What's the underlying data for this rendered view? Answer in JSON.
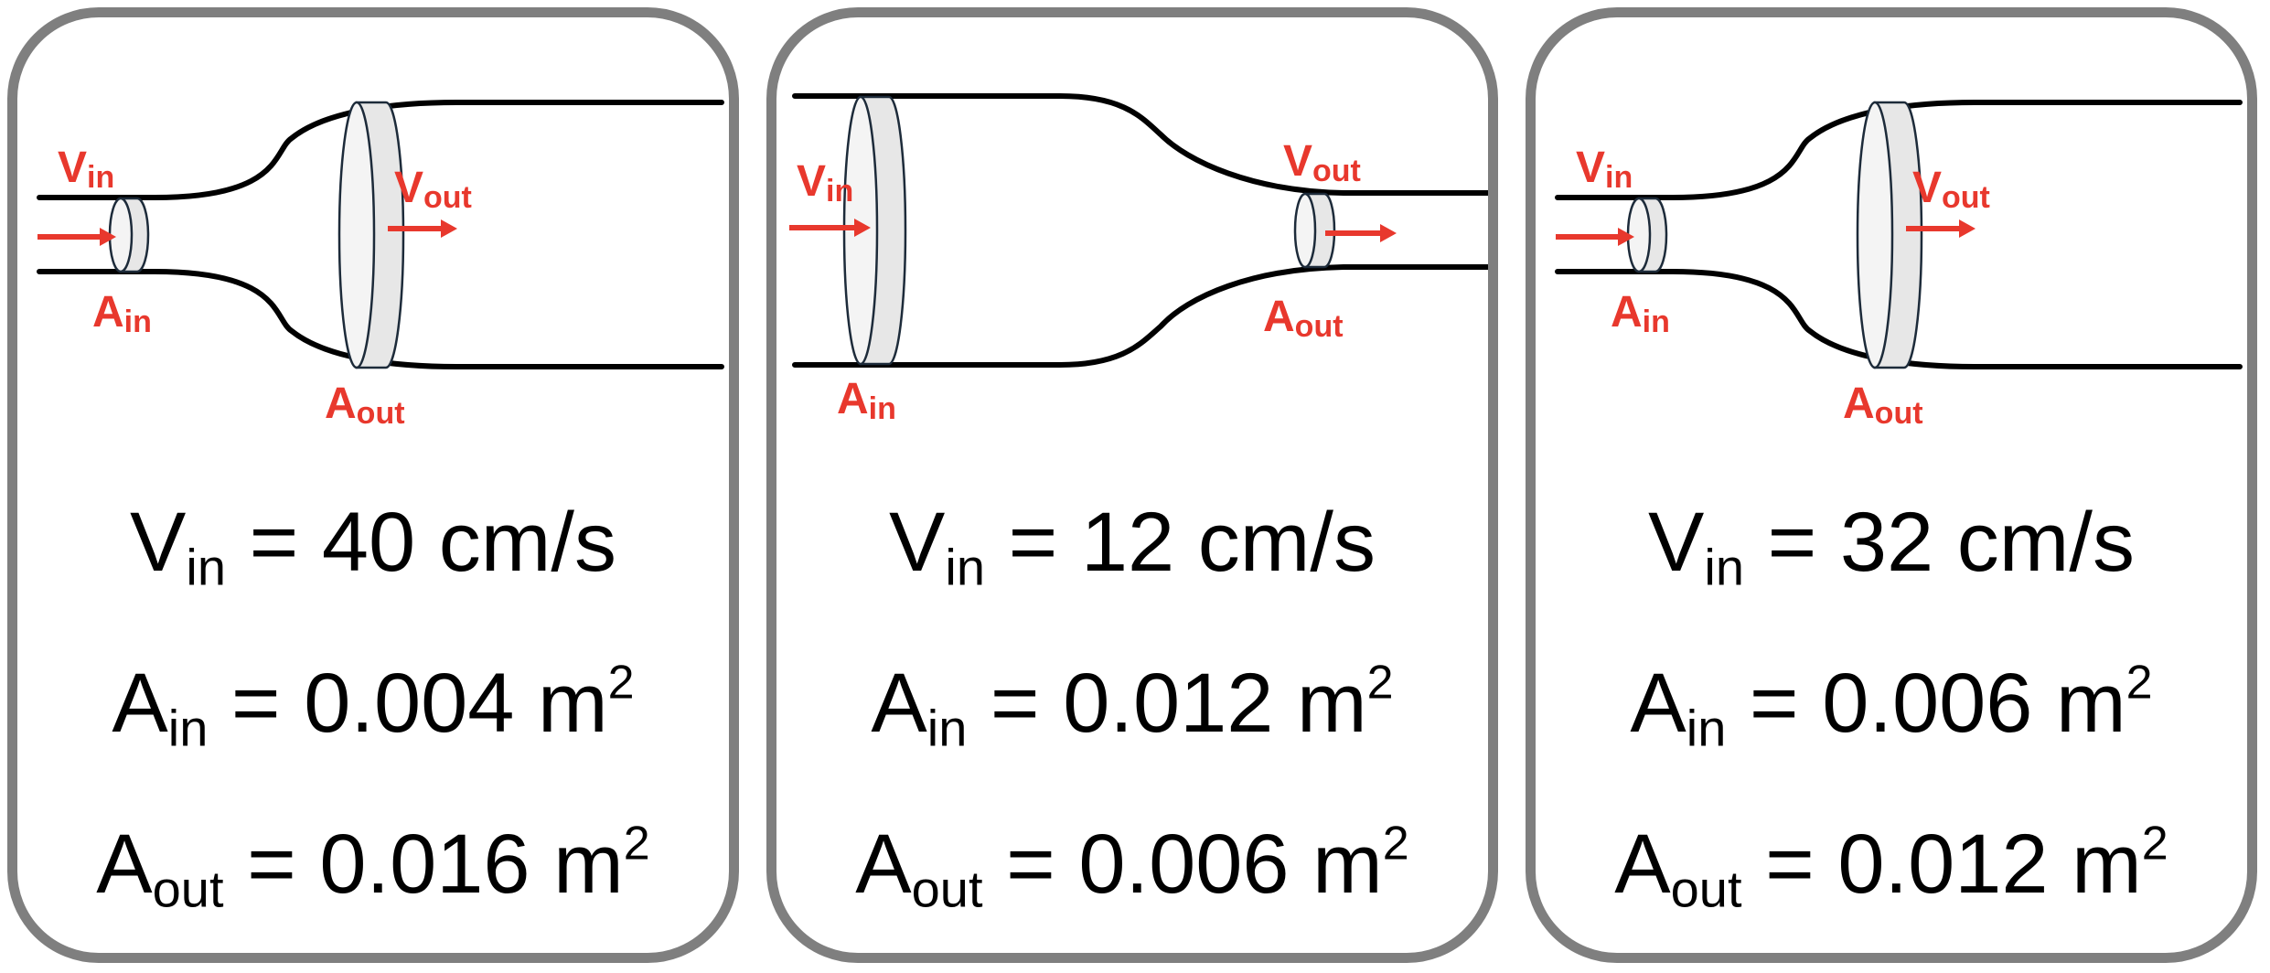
{
  "panels": [
    {
      "v_label": "V",
      "v_sub": "in",
      "v_out_label": "V",
      "v_out_sub": "out",
      "a_in_label": "A",
      "a_in_sub": "in",
      "a_out_label": "A",
      "a_out_sub": "out",
      "eq_v": {
        "sym": "V",
        "sub": "in",
        "rest": " = 40 cm/s"
      },
      "eq_ain": {
        "sym": "A",
        "sub": "in",
        "rest": " = 0.004 m",
        "sup": "2"
      },
      "eq_aout": {
        "sym": "A",
        "sub": "out",
        "rest": " = 0.016 m",
        "sup": "2"
      }
    },
    {
      "v_label": "V",
      "v_sub": "in",
      "v_out_label": "V",
      "v_out_sub": "out",
      "a_in_label": "A",
      "a_in_sub": "in",
      "a_out_label": "A",
      "a_out_sub": "out",
      "eq_v": {
        "sym": "V",
        "sub": "in",
        "rest": " = 12 cm/s"
      },
      "eq_ain": {
        "sym": "A",
        "sub": "in",
        "rest": " = 0.012 m",
        "sup": "2"
      },
      "eq_aout": {
        "sym": "A",
        "sub": "out",
        "rest": " = 0.006 m",
        "sup": "2"
      }
    },
    {
      "v_label": "V",
      "v_sub": "in",
      "v_out_label": "V",
      "v_out_sub": "out",
      "a_in_label": "A",
      "a_in_sub": "in",
      "a_out_label": "A",
      "a_out_sub": "out",
      "eq_v": {
        "sym": "V",
        "sub": "in",
        "rest": " = 32 cm/s"
      },
      "eq_ain": {
        "sym": "A",
        "sub": "in",
        "rest": " = 0.006 m",
        "sup": "2"
      },
      "eq_aout": {
        "sym": "A",
        "sub": "out",
        "rest": " = 0.012 m",
        "sup": "2"
      }
    }
  ],
  "colors": {
    "label": "#e8382d",
    "border": "#7f7f7f",
    "disk": "#e7e7e7"
  }
}
